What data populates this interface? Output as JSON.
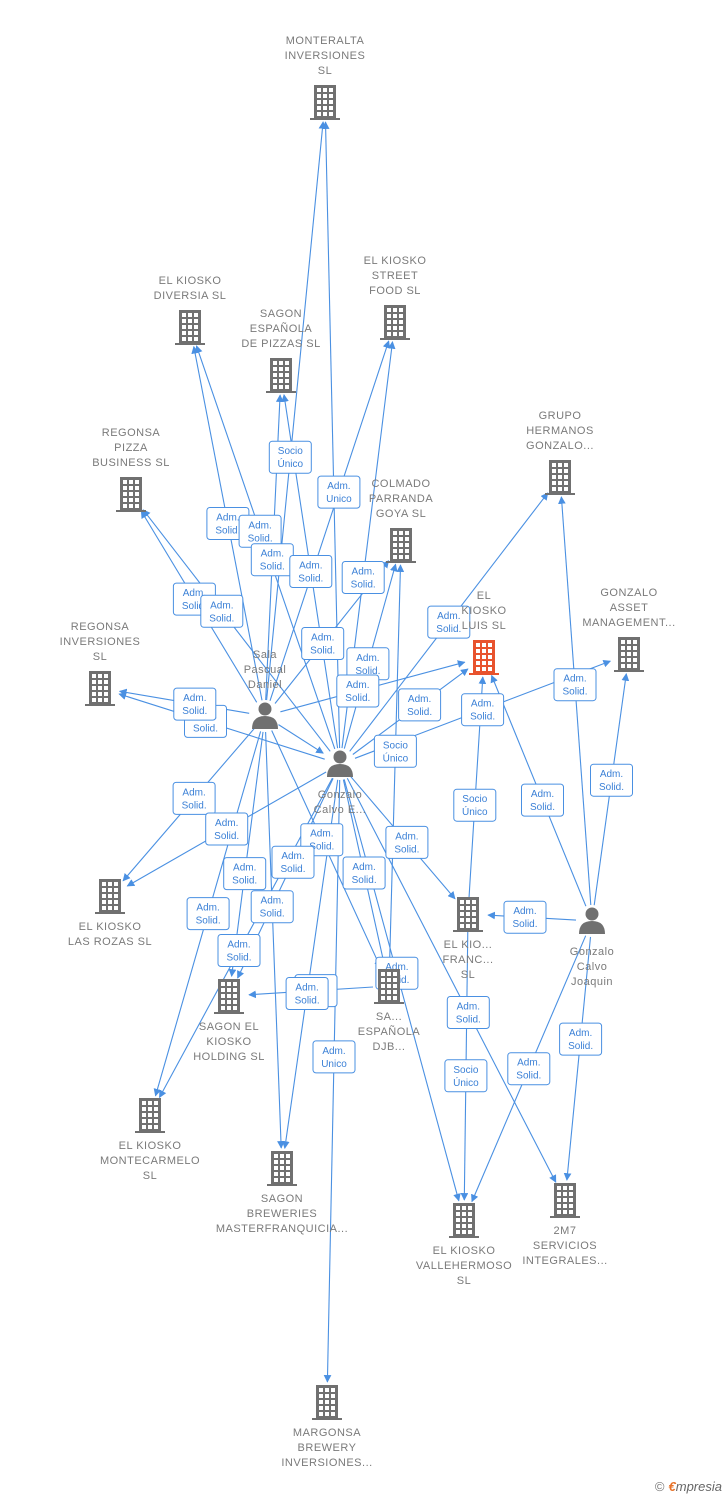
{
  "colors": {
    "edge": "#4a90e2",
    "edge_label_text": "#3b80d6",
    "node_icon": "#707070",
    "focus_icon": "#e8532e",
    "label_text": "#7a7a7a"
  },
  "nodes": [
    {
      "id": "monteralta",
      "type": "company",
      "lines": [
        "MONTERALTA",
        "INVERSIONES",
        "SL"
      ],
      "icon": "building-icon"
    },
    {
      "id": "kiosko_diversia",
      "type": "company",
      "lines": [
        "EL KIOSKO",
        "DIVERSIA  SL"
      ],
      "icon": "building-icon"
    },
    {
      "id": "kiosko_street",
      "type": "company",
      "lines": [
        "EL KIOSKO",
        "STREET",
        "FOOD  SL"
      ],
      "icon": "building-icon"
    },
    {
      "id": "sagon_pizzas",
      "type": "company",
      "lines": [
        "SAGON",
        "ESPAÑOLA",
        "DE PIZZAS  SL"
      ],
      "icon": "building-icon"
    },
    {
      "id": "grupo_hermanos",
      "type": "company",
      "lines": [
        "GRUPO",
        "HERMANOS",
        "GONZALO..."
      ],
      "icon": "building-icon"
    },
    {
      "id": "regonsa_pizza",
      "type": "company",
      "lines": [
        "REGONSA",
        "PIZZA",
        "BUSINESS  SL"
      ],
      "icon": "building-icon"
    },
    {
      "id": "colmado",
      "type": "company",
      "lines": [
        "COLMADO",
        "PARRANDA",
        "GOYA  SL"
      ],
      "icon": "building-icon"
    },
    {
      "id": "kiosko_luis",
      "type": "focus",
      "lines": [
        "EL",
        "KIOSKO",
        "LUIS  SL"
      ],
      "icon": "building-icon"
    },
    {
      "id": "gonzalo_asset",
      "type": "company",
      "lines": [
        "GONZALO",
        "ASSET",
        "MANAGEMENT..."
      ],
      "icon": "building-icon"
    },
    {
      "id": "regonsa_inv",
      "type": "company",
      "lines": [
        "REGONSA",
        "INVERSIONES",
        "SL"
      ],
      "icon": "building-icon"
    },
    {
      "id": "sala",
      "type": "person",
      "lines": [
        "Sala",
        "Pascual",
        "Daniel"
      ],
      "icon": "person-icon"
    },
    {
      "id": "gonzalo_calvo_e",
      "type": "person",
      "lines": [
        "Gonzalo",
        "Calvo E..."
      ],
      "icon": "person-icon"
    },
    {
      "id": "gonzalo_joaquin",
      "type": "person",
      "lines": [
        "Gonzalo",
        "Calvo",
        "Joaquin"
      ],
      "icon": "person-icon"
    },
    {
      "id": "kiosko_rozas",
      "type": "company",
      "lines": [
        "EL KIOSKO",
        "LAS ROZAS  SL"
      ],
      "icon": "building-icon"
    },
    {
      "id": "kiosko_franc",
      "type": "company",
      "lines": [
        "EL KIO...",
        "FRANC...",
        "SL"
      ],
      "icon": "building-icon"
    },
    {
      "id": "sagon_djb",
      "type": "company",
      "lines": [
        "SA...",
        "ESPAÑOLA",
        "DJB..."
      ],
      "icon": "building-icon"
    },
    {
      "id": "sagon_holding",
      "type": "company",
      "lines": [
        "SAGON EL",
        "KIOSKO",
        "HOLDING  SL"
      ],
      "icon": "building-icon"
    },
    {
      "id": "kiosko_montecarmelo",
      "type": "company",
      "lines": [
        "EL KIOSKO",
        "MONTECARMELO",
        "SL"
      ],
      "icon": "building-icon"
    },
    {
      "id": "sagon_breweries",
      "type": "company",
      "lines": [
        "SAGON",
        "BREWERIES",
        "MASTERFRANQUICIA..."
      ],
      "icon": "building-icon"
    },
    {
      "id": "kiosko_vallehermoso",
      "type": "company",
      "lines": [
        "EL KIOSKO",
        "VALLEHERMOSO",
        "SL"
      ],
      "icon": "building-icon"
    },
    {
      "id": "2m7",
      "type": "company",
      "lines": [
        "2M7",
        "SERVICIOS",
        "INTEGRALES..."
      ],
      "icon": "building-icon"
    },
    {
      "id": "margonsa",
      "type": "company",
      "lines": [
        "MARGONSA",
        "BREWERY",
        "INVERSIONES..."
      ],
      "icon": "building-icon"
    }
  ],
  "edges": [
    {
      "from": "sala",
      "to": "monteralta",
      "label": [
        "Socio",
        "Único"
      ]
    },
    {
      "from": "gonzalo_calvo_e",
      "to": "monteralta",
      "label": []
    },
    {
      "from": "sala",
      "to": "kiosko_diversia",
      "label": [
        "Adm.",
        "Solid."
      ]
    },
    {
      "from": "gonzalo_calvo_e",
      "to": "kiosko_diversia",
      "label": [
        "Adm.",
        "Solid."
      ]
    },
    {
      "from": "sala",
      "to": "kiosko_street",
      "label": [
        "Adm.",
        "Unico"
      ]
    },
    {
      "from": "gonzalo_calvo_e",
      "to": "kiosko_street",
      "label": [
        "Adm.",
        "Solid."
      ]
    },
    {
      "from": "sala",
      "to": "sagon_pizzas",
      "label": [
        "Adm.",
        "Solid."
      ]
    },
    {
      "from": "gonzalo_calvo_e",
      "to": "sagon_pizzas",
      "label": [
        "Adm.",
        "Solid."
      ]
    },
    {
      "from": "sala",
      "to": "regonsa_pizza",
      "label": [
        "Adm.",
        "Solid."
      ]
    },
    {
      "from": "gonzalo_calvo_e",
      "to": "regonsa_pizza",
      "label": [
        "Adm.",
        "Solid."
      ]
    },
    {
      "from": "sala",
      "to": "colmado",
      "label": [
        "Adm.",
        "Solid."
      ]
    },
    {
      "from": "gonzalo_calvo_e",
      "to": "colmado",
      "label": [
        "Adm.",
        "Solid."
      ]
    },
    {
      "from": "gonzalo_calvo_e",
      "to": "grupo_hermanos",
      "label": [
        "Adm.",
        "Solid."
      ]
    },
    {
      "from": "gonzalo_joaquin",
      "to": "grupo_hermanos",
      "label": [
        "Adm.",
        "Solid."
      ]
    },
    {
      "from": "gonzalo_calvo_e",
      "to": "kiosko_luis",
      "label": [
        "Adm.",
        "Solid."
      ]
    },
    {
      "from": "sala",
      "to": "kiosko_luis",
      "label": [
        "Adm.",
        "Solid."
      ]
    },
    {
      "from": "gonzalo_joaquin",
      "to": "kiosko_luis",
      "label": [
        "Adm.",
        "Solid."
      ]
    },
    {
      "from": "gonzalo_calvo_e",
      "to": "gonzalo_asset",
      "label": [
        "Adm.",
        "Solid."
      ]
    },
    {
      "from": "gonzalo_joaquin",
      "to": "gonzalo_asset",
      "label": [
        "Adm.",
        "Solid."
      ]
    },
    {
      "from": "gonzalo_calvo_e",
      "to": "regonsa_inv",
      "label": [
        "Adm.",
        "Solid."
      ]
    },
    {
      "from": "sala",
      "to": "regonsa_inv",
      "label": [
        "Adm.",
        "Solid."
      ]
    },
    {
      "from": "sala",
      "to": "kiosko_rozas",
      "label": [
        "Adm.",
        "Solid."
      ]
    },
    {
      "from": "gonzalo_calvo_e",
      "to": "kiosko_rozas",
      "label": [
        "Adm.",
        "Solid."
      ]
    },
    {
      "from": "gonzalo_calvo_e",
      "to": "kiosko_franc",
      "label": [
        "Adm.",
        "Solid."
      ]
    },
    {
      "from": "gonzalo_joaquin",
      "to": "kiosko_franc",
      "label": [
        "Adm.",
        "Solid."
      ]
    },
    {
      "from": "kiosko_franc",
      "to": "kiosko_luis",
      "label": [
        "Socio",
        "Único"
      ]
    },
    {
      "from": "sala",
      "to": "sagon_djb",
      "label": [
        "Adm.",
        "Solid."
      ]
    },
    {
      "from": "gonzalo_calvo_e",
      "to": "sagon_djb",
      "label": [
        "Adm.",
        "Solid."
      ]
    },
    {
      "from": "sagon_djb",
      "to": "colmado",
      "label": [
        "Socio",
        "Único"
      ]
    },
    {
      "from": "sala",
      "to": "sagon_holding",
      "label": [
        "Adm.",
        "Solid."
      ]
    },
    {
      "from": "gonzalo_calvo_e",
      "to": "sagon_holding",
      "label": [
        "Adm.",
        "Solid."
      ]
    },
    {
      "from": "sagon_djb",
      "to": "sagon_holding",
      "label": [
        "Socio",
        "Único"
      ]
    },
    {
      "from": "sala",
      "to": "kiosko_montecarmelo",
      "label": [
        "Adm.",
        "Solid."
      ]
    },
    {
      "from": "gonzalo_calvo_e",
      "to": "kiosko_montecarmelo",
      "label": [
        "Adm.",
        "Solid."
      ]
    },
    {
      "from": "gonzalo_calvo_e",
      "to": "sagon_breweries",
      "label": [
        "Adm.",
        "Solid."
      ]
    },
    {
      "from": "sala",
      "to": "sagon_breweries",
      "label": [
        "Adm.",
        "Solid."
      ]
    },
    {
      "from": "gonzalo_calvo_e",
      "to": "kiosko_vallehermoso",
      "label": [
        "Adm.",
        "Solid."
      ]
    },
    {
      "from": "gonzalo_joaquin",
      "to": "kiosko_vallehermoso",
      "label": [
        "Adm.",
        "Solid."
      ]
    },
    {
      "from": "kiosko_franc",
      "to": "kiosko_vallehermoso",
      "label": [
        "Socio",
        "Único"
      ]
    },
    {
      "from": "gonzalo_calvo_e",
      "to": "2m7",
      "label": [
        "Adm.",
        "Solid."
      ]
    },
    {
      "from": "gonzalo_joaquin",
      "to": "2m7",
      "label": [
        "Adm.",
        "Solid."
      ]
    },
    {
      "from": "gonzalo_calvo_e",
      "to": "margonsa",
      "label": [
        "Adm.",
        "Unico"
      ]
    },
    {
      "from": "sala",
      "to": "gonzalo_calvo_e",
      "label": []
    }
  ],
  "brand": {
    "copyright": "©",
    "e": "€",
    "rest": "mpresia"
  }
}
